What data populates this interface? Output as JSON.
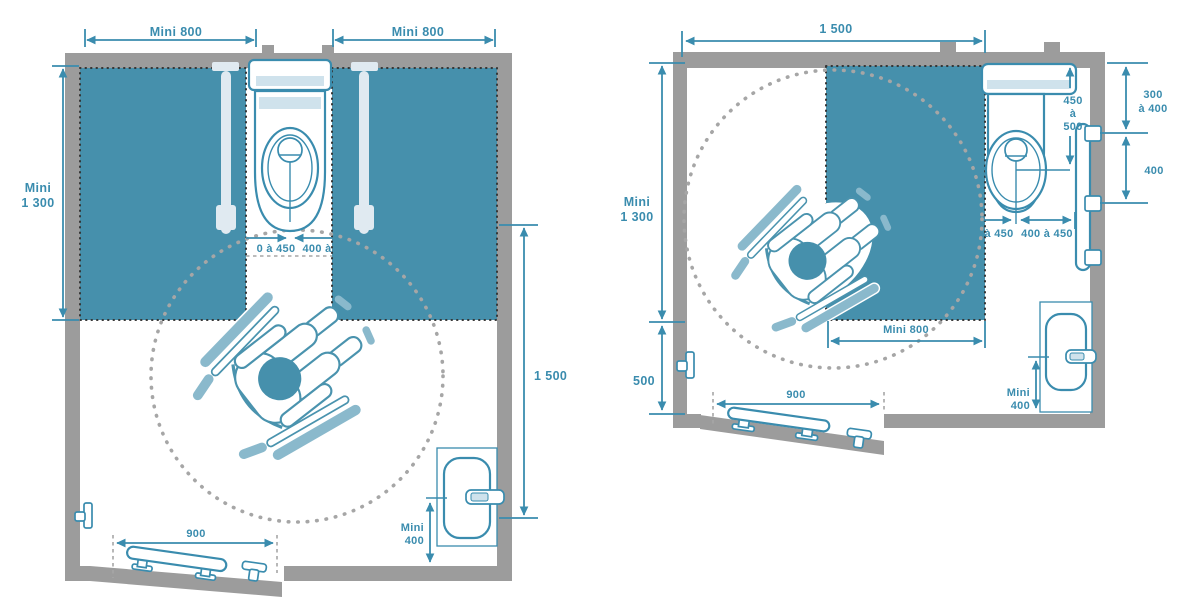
{
  "colors": {
    "accent": "#3a8cae",
    "zone_fill": "#4690ac",
    "wall_gray": "#9c9c9c",
    "turning_circle_dots": "#a6a6a6",
    "zone_border_dots": "#333333",
    "light_fill": "#cfe2ec"
  },
  "left_diagram": {
    "dim_top_left": "Mini 800",
    "dim_top_right": "Mini 800",
    "dim_left_lines": [
      "Mini",
      "1 300"
    ],
    "dim_right_side": "1 500",
    "dim_axis_left": "0 à 450",
    "dim_axis_right": "400 à",
    "dim_door_width": "900",
    "dim_basin_lines": [
      "Mini",
      "400"
    ]
  },
  "right_diagram": {
    "dim_top": "1 500",
    "dim_left_upper_lines": [
      "Mini",
      "1 300"
    ],
    "dim_left_lower": "500",
    "dim_seat_axis_lines": [
      "450",
      "à",
      "500"
    ],
    "dim_bar_offset_lines": [
      "300",
      "à 400"
    ],
    "dim_bar_length": "400",
    "dim_axis_left": "à 450",
    "dim_axis_right": "400 à 450",
    "dim_zone_width": "Mini 800",
    "dim_door_width": "900",
    "dim_basin_lines": [
      "Mini",
      "400"
    ]
  }
}
